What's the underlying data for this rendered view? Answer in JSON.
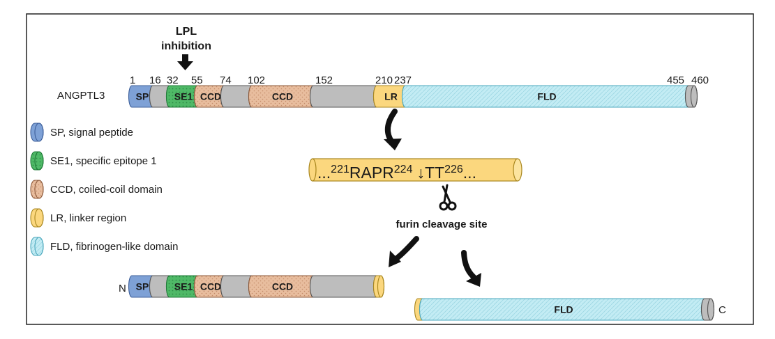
{
  "colors": {
    "sp": "#7ea1d6",
    "se1": "#4fb967",
    "ccd": "#e8bd9e",
    "grey": "#bdbdbd",
    "lr": "#fbd77e",
    "fld": "#bfeaf2",
    "frame": "#222222"
  },
  "annotation": {
    "line1": "LPL",
    "line2": "inhibition"
  },
  "protein_name": "ANGPTL3",
  "positions": [
    "1",
    "16",
    "32",
    "55",
    "74",
    "102",
    "152",
    "210",
    "237",
    "455",
    "460"
  ],
  "domain_labels": {
    "sp": "SP",
    "se1": "SE1",
    "ccd": "CCD",
    "lr": "LR",
    "fld": "FLD"
  },
  "legend": [
    {
      "key": "sp",
      "abbr": "SP",
      "text": ", signal peptide"
    },
    {
      "key": "se1",
      "abbr": "SE1",
      "text": ", specific epitope 1"
    },
    {
      "key": "ccd",
      "abbr": "CCD",
      "text": ", coiled-coil domain"
    },
    {
      "key": "lr",
      "abbr": "LR",
      "text": ", linker region"
    },
    {
      "key": "fld",
      "abbr": "FLD",
      "text": ", fibrinogen-like domain"
    }
  ],
  "cleavage": {
    "dots_left": "...",
    "num_221": "221",
    "seq_rapr": "RAPR",
    "num_224": "224",
    "arrow": "↓",
    "seq_tt": "TT",
    "num_226": "226",
    "dots_right": "...",
    "site_label": "furin cleavage site"
  },
  "terminals": {
    "n": "N",
    "c": "C"
  },
  "scissors_icon": "scissors-icon"
}
